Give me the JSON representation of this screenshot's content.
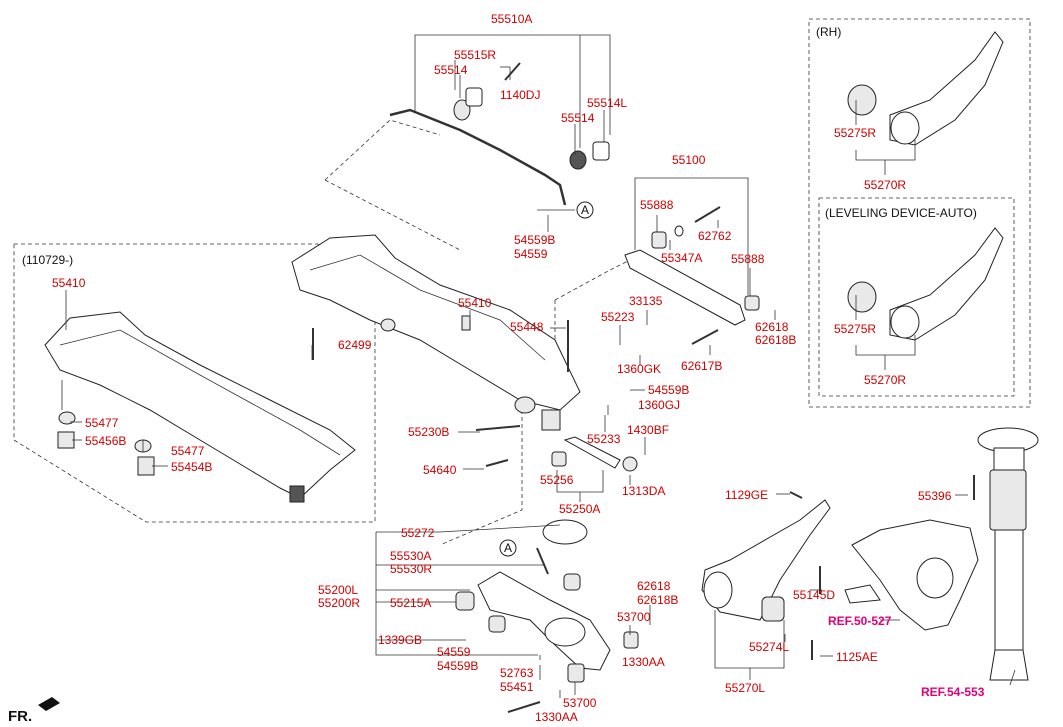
{
  "labels": {
    "p55510A": "55510A",
    "p55515R": "55515R",
    "p55514a": "55514",
    "p1140DJ": "1140DJ",
    "p55514L": "55514L",
    "p55514b": "55514",
    "p55100": "55100",
    "p55888a": "55888",
    "p62762": "62762",
    "p55347A": "55347A",
    "p55888b": "55888",
    "p54559B_top": "54559B",
    "p54559_top": "54559",
    "circleA": "A",
    "circleA2": "A",
    "p110729": "(110729-)",
    "p55410a": "55410",
    "p55477a": "55477",
    "p55456B": "55456B",
    "p55477b": "55477",
    "p55454B": "55454B",
    "p62499": "62499",
    "p55410b": "55410",
    "p55448": "55448",
    "p55223": "55223",
    "p33135": "33135",
    "p62618a": "62618",
    "p62618Ba": "62618B",
    "p62617B": "62617B",
    "p1360GK": "1360GK",
    "p54559B_mid": "54559B",
    "p1360GJ": "1360GJ",
    "p55233": "55233",
    "p55230B": "55230B",
    "p1430BF": "1430BF",
    "p54640": "54640",
    "p55256": "55256",
    "p1313DA": "1313DA",
    "p55250A": "55250A",
    "p55272": "55272",
    "p55530A": "55530A",
    "p55530R": "55530R",
    "p55200L": "55200L",
    "p55200R": "55200R",
    "p55215A": "55215A",
    "p62618b": "62618",
    "p62618Bb": "62618B",
    "p53700a": "53700",
    "p1339GB": "1339GB",
    "p54559_bot": "54559",
    "p54559B_bot": "54559B",
    "p1330AAa": "1330AA",
    "p52763": "52763",
    "p55451": "55451",
    "p53700b": "53700",
    "p1330AAb": "1330AA",
    "p1129GE": "1129GE",
    "p55145D": "55145D",
    "p55274L": "55274L",
    "p1125AE": "1125AE",
    "p55270L": "55270L",
    "ref50527": "REF.50-527",
    "ref54553": "REF.54-553",
    "p55396": "55396",
    "rh": "(RH)",
    "p55275Ra": "55275R",
    "p55270Ra": "55270R",
    "leveling": "(LEVELING DEVICE-AUTO)",
    "p55275Rb": "55275R",
    "p55270Rb": "55270R",
    "fr": "FR."
  },
  "colors": {
    "part_label": "#d10000",
    "ref_label": "#e0007a",
    "line": "#333333"
  }
}
